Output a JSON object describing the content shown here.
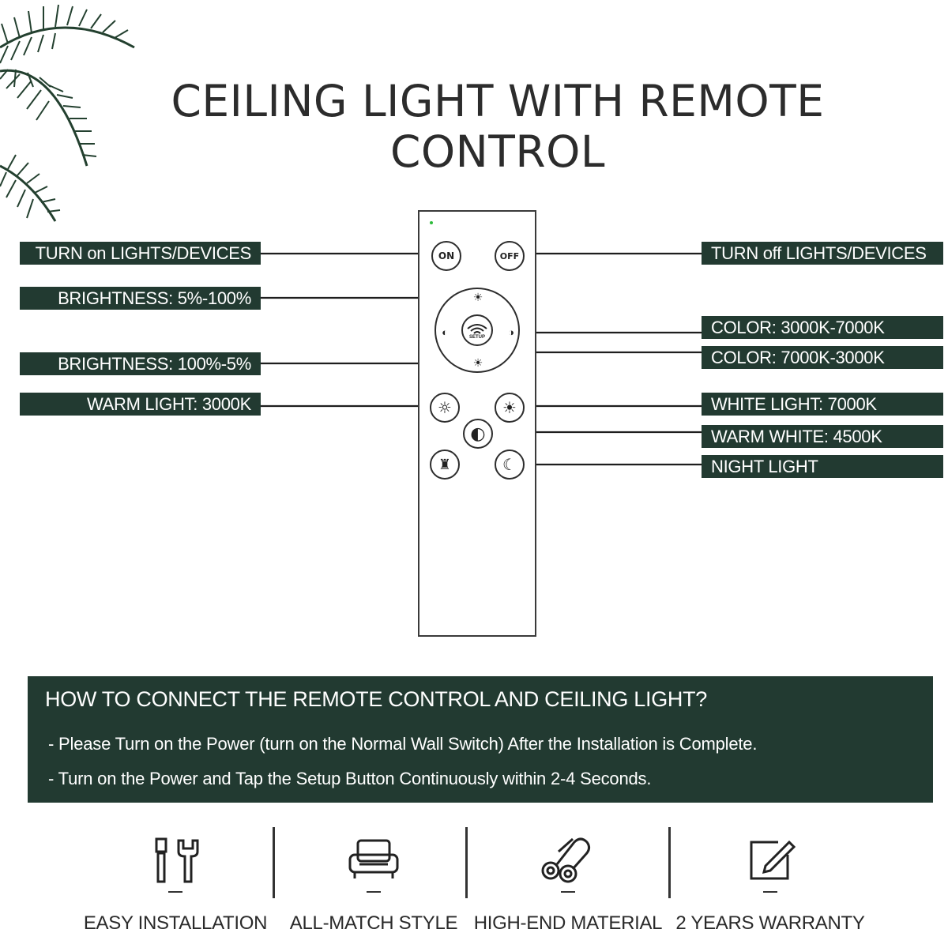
{
  "title": "CEILING LIGHT WITH REMOTE CONTROL",
  "colors": {
    "label_bg": "#223a31",
    "label_text": "#ffffff",
    "led": "#2dbb3b"
  },
  "remote": {
    "buttons": {
      "on": "ON",
      "off": "OFF",
      "setup": "SETUP"
    }
  },
  "labels": {
    "left": [
      "TURN on LIGHTS/DEVICES",
      "BRIGHTNESS: 5%-100%",
      "BRIGHTNESS: 100%-5%",
      "WARM LIGHT: 3000K"
    ],
    "right": [
      "TURN off LIGHTS/DEVICES",
      "COLOR: 3000K-7000K",
      "COLOR: 7000K-3000K",
      "WHITE LIGHT: 7000K",
      "WARM WHITE: 4500K",
      "NIGHT LIGHT"
    ]
  },
  "connect": {
    "heading": "HOW TO CONNECT THE REMOTE CONTROL AND CEILING LIGHT?",
    "steps": [
      "- Please Turn on the Power (turn on the Normal Wall Switch) After the Installation is Complete.",
      "- Turn on the Power and Tap the Setup Button Continuously within 2-4 Seconds."
    ]
  },
  "features": [
    {
      "label": "EASY INSTALLATION",
      "icon": "tools-icon"
    },
    {
      "label": "ALL-MATCH STYLE",
      "icon": "sofa-icon"
    },
    {
      "label": "HIGH-END MATERIAL",
      "icon": "material-rolls-icon"
    },
    {
      "label": "2 YEARS WARRANTY",
      "icon": "warranty-pen-icon"
    }
  ]
}
